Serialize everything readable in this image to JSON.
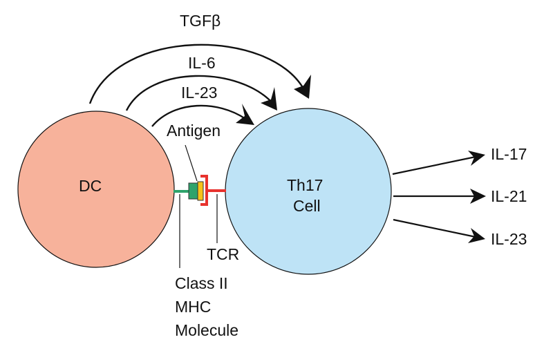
{
  "cells": {
    "dc": {
      "label": "DC",
      "fill": "#F7B29B",
      "stroke": "#333333"
    },
    "th17": {
      "label_line1": "Th17",
      "label_line2": "Cell",
      "fill": "#BEE3F6",
      "stroke": "#333333"
    }
  },
  "cytokines_in": [
    "TGFβ",
    "IL-6",
    "IL-23"
  ],
  "cytokines_out": [
    "IL-17",
    "IL-21",
    "IL-23"
  ],
  "synapse": {
    "antigen_label": "Antigen",
    "tcr_label": "TCR",
    "mhc_label_lines": [
      "Class II",
      "MHC",
      "Molecule"
    ],
    "colors": {
      "mhc_stalk": "#2EA36B",
      "mhc_box": "#2EA36B",
      "antigen": "#F6C21A",
      "tcr": "#E8322E"
    }
  }
}
